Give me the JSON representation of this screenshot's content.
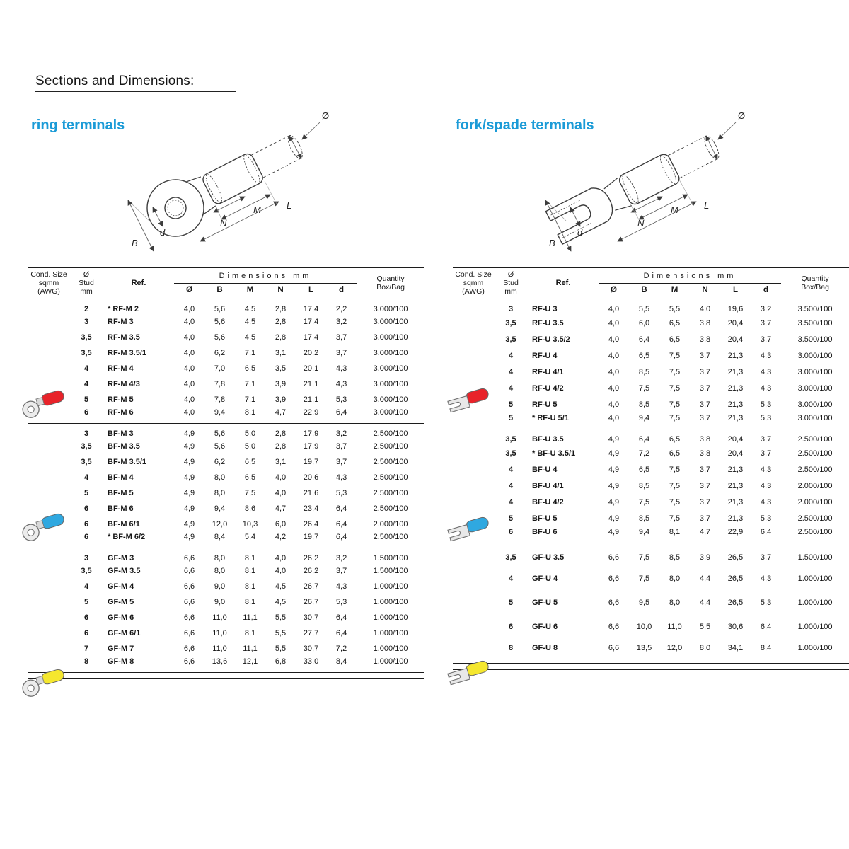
{
  "page": {
    "title": "Sections and Dimensions:"
  },
  "colors": {
    "heading_blue": "#1b9bd7",
    "terminal_red": "#e8232a",
    "terminal_blue": "#2fa8e0",
    "terminal_yellow": "#f5e72e",
    "rule_dark": "#1c1c1c"
  },
  "drawing_labels": {
    "diameter": "Ø",
    "length": "L",
    "m": "M",
    "n": "N",
    "b": "B",
    "d": "d"
  },
  "table_headers": {
    "cond_size": [
      "Cond. Size",
      "sqmm",
      "(AWG)"
    ],
    "stud": [
      "Ø",
      "Stud",
      "mm"
    ],
    "ref": "Ref.",
    "dimensions_title": "Dimensions mm",
    "dim_cols": [
      "Ø",
      "B",
      "M",
      "N",
      "L",
      "d"
    ],
    "quantity": [
      "Quantity",
      "Box/Bag"
    ]
  },
  "left_table": {
    "heading": "ring terminals",
    "groups": [
      {
        "color": "red",
        "rows": [
          {
            "stud": "2",
            "ref": "* RF-M 2",
            "dims": [
              "4,0",
              "5,6",
              "4,5",
              "2,8",
              "17,4",
              "2,2"
            ],
            "qty": "3.000/100"
          },
          {
            "stud": "3",
            "ref": "RF-M 3",
            "dims": [
              "4,0",
              "5,6",
              "4,5",
              "2,8",
              "17,4",
              "3,2"
            ],
            "qty": "3.000/100"
          },
          {
            "stud": "3,5",
            "ref": "RF-M 3.5",
            "dims": [
              "4,0",
              "5,6",
              "4,5",
              "2,8",
              "17,4",
              "3,7"
            ],
            "qty": "3.000/100"
          },
          {
            "stud": "3,5",
            "ref": "RF-M 3.5/1",
            "dims": [
              "4,0",
              "6,2",
              "7,1",
              "3,1",
              "20,2",
              "3,7"
            ],
            "qty": "3.000/100"
          },
          {
            "stud": "4",
            "ref": "RF-M 4",
            "dims": [
              "4,0",
              "7,0",
              "6,5",
              "3,5",
              "20,1",
              "4,3"
            ],
            "qty": "3.000/100"
          },
          {
            "stud": "4",
            "ref": "RF-M 4/3",
            "dims": [
              "4,0",
              "7,8",
              "7,1",
              "3,9",
              "21,1",
              "4,3"
            ],
            "qty": "3.000/100"
          },
          {
            "stud": "5",
            "ref": "RF-M 5",
            "dims": [
              "4,0",
              "7,8",
              "7,1",
              "3,9",
              "21,1",
              "5,3"
            ],
            "qty": "3.000/100"
          },
          {
            "stud": "6",
            "ref": "RF-M 6",
            "dims": [
              "4,0",
              "9,4",
              "8,1",
              "4,7",
              "22,9",
              "6,4"
            ],
            "qty": "3.000/100"
          }
        ]
      },
      {
        "color": "blue",
        "rows": [
          {
            "stud": "3",
            "ref": "BF-M 3",
            "dims": [
              "4,9",
              "5,6",
              "5,0",
              "2,8",
              "17,9",
              "3,2"
            ],
            "qty": "2.500/100"
          },
          {
            "stud": "3,5",
            "ref": "BF-M 3.5",
            "dims": [
              "4,9",
              "5,6",
              "5,0",
              "2,8",
              "17,9",
              "3,7"
            ],
            "qty": "2.500/100"
          },
          {
            "stud": "3,5",
            "ref": "BF-M 3.5/1",
            "dims": [
              "4,9",
              "6,2",
              "6,5",
              "3,1",
              "19,7",
              "3,7"
            ],
            "qty": "2.500/100"
          },
          {
            "stud": "4",
            "ref": "BF-M 4",
            "dims": [
              "4,9",
              "8,0",
              "6,5",
              "4,0",
              "20,6",
              "4,3"
            ],
            "qty": "2.500/100"
          },
          {
            "stud": "5",
            "ref": "BF-M 5",
            "dims": [
              "4,9",
              "8,0",
              "7,5",
              "4,0",
              "21,6",
              "5,3"
            ],
            "qty": "2.500/100"
          },
          {
            "stud": "6",
            "ref": "BF-M 6",
            "dims": [
              "4,9",
              "9,4",
              "8,6",
              "4,7",
              "23,4",
              "6,4"
            ],
            "qty": "2.500/100"
          },
          {
            "stud": "6",
            "ref": "BF-M 6/1",
            "dims": [
              "4,9",
              "12,0",
              "10,3",
              "6,0",
              "26,4",
              "6,4"
            ],
            "qty": "2.000/100"
          },
          {
            "stud": "6",
            "ref": "* BF-M 6/2",
            "dims": [
              "4,9",
              "8,4",
              "5,4",
              "4,2",
              "19,7",
              "6,4"
            ],
            "qty": "2.500/100"
          }
        ]
      },
      {
        "color": "yellow",
        "rows": [
          {
            "stud": "3",
            "ref": "GF-M 3",
            "dims": [
              "6,6",
              "8,0",
              "8,1",
              "4,0",
              "26,2",
              "3,2"
            ],
            "qty": "1.500/100"
          },
          {
            "stud": "3,5",
            "ref": "GF-M 3.5",
            "dims": [
              "6,6",
              "8,0",
              "8,1",
              "4,0",
              "26,2",
              "3,7"
            ],
            "qty": "1.500/100"
          },
          {
            "stud": "4",
            "ref": "GF-M 4",
            "dims": [
              "6,6",
              "9,0",
              "8,1",
              "4,5",
              "26,7",
              "4,3"
            ],
            "qty": "1.000/100"
          },
          {
            "stud": "5",
            "ref": "GF-M 5",
            "dims": [
              "6,6",
              "9,0",
              "8,1",
              "4,5",
              "26,7",
              "5,3"
            ],
            "qty": "1.000/100"
          },
          {
            "stud": "6",
            "ref": "GF-M 6",
            "dims": [
              "6,6",
              "11,0",
              "11,1",
              "5,5",
              "30,7",
              "6,4"
            ],
            "qty": "1.000/100"
          },
          {
            "stud": "6",
            "ref": "GF-M 6/1",
            "dims": [
              "6,6",
              "11,0",
              "8,1",
              "5,5",
              "27,7",
              "6,4"
            ],
            "qty": "1.000/100"
          },
          {
            "stud": "7",
            "ref": "GF-M 7",
            "dims": [
              "6,6",
              "11,0",
              "11,1",
              "5,5",
              "30,7",
              "7,2"
            ],
            "qty": "1.000/100"
          },
          {
            "stud": "8",
            "ref": "GF-M 8",
            "dims": [
              "6,6",
              "13,6",
              "12,1",
              "6,8",
              "33,0",
              "8,4"
            ],
            "qty": "1.000/100"
          }
        ]
      }
    ]
  },
  "right_table": {
    "heading": "fork/spade terminals",
    "groups": [
      {
        "color": "red",
        "rows": [
          {
            "stud": "3",
            "ref": "RF-U 3",
            "dims": [
              "4,0",
              "5,5",
              "5,5",
              "4,0",
              "19,6",
              "3,2"
            ],
            "qty": "3.500/100"
          },
          {
            "stud": "3,5",
            "ref": "RF-U 3.5",
            "dims": [
              "4,0",
              "6,0",
              "6,5",
              "3,8",
              "20,4",
              "3,7"
            ],
            "qty": "3.500/100"
          },
          {
            "stud": "3,5",
            "ref": "RF-U 3.5/2",
            "dims": [
              "4,0",
              "6,4",
              "6,5",
              "3,8",
              "20,4",
              "3,7"
            ],
            "qty": "3.500/100"
          },
          {
            "stud": "4",
            "ref": "RF-U 4",
            "dims": [
              "4,0",
              "6,5",
              "7,5",
              "3,7",
              "21,3",
              "4,3"
            ],
            "qty": "3.000/100"
          },
          {
            "stud": "4",
            "ref": "RF-U 4/1",
            "dims": [
              "4,0",
              "8,5",
              "7,5",
              "3,7",
              "21,3",
              "4,3"
            ],
            "qty": "3.000/100"
          },
          {
            "stud": "4",
            "ref": "RF-U 4/2",
            "dims": [
              "4,0",
              "7,5",
              "7,5",
              "3,7",
              "21,3",
              "4,3"
            ],
            "qty": "3.000/100"
          },
          {
            "stud": "5",
            "ref": "RF-U 5",
            "dims": [
              "4,0",
              "8,5",
              "7,5",
              "3,7",
              "21,3",
              "5,3"
            ],
            "qty": "3.000/100"
          },
          {
            "stud": "5",
            "ref": "* RF-U 5/1",
            "dims": [
              "4,0",
              "9,4",
              "7,5",
              "3,7",
              "21,3",
              "5,3"
            ],
            "qty": "3.000/100"
          }
        ]
      },
      {
        "color": "blue",
        "rows": [
          {
            "stud": "3,5",
            "ref": "BF-U 3.5",
            "dims": [
              "4,9",
              "6,4",
              "6,5",
              "3,8",
              "20,4",
              "3,7"
            ],
            "qty": "2.500/100"
          },
          {
            "stud": "3,5",
            "ref": "* BF-U 3.5/1",
            "dims": [
              "4,9",
              "7,2",
              "6,5",
              "3,8",
              "20,4",
              "3,7"
            ],
            "qty": "2.500/100"
          },
          {
            "stud": "4",
            "ref": "BF-U 4",
            "dims": [
              "4,9",
              "6,5",
              "7,5",
              "3,7",
              "21,3",
              "4,3"
            ],
            "qty": "2.500/100"
          },
          {
            "stud": "4",
            "ref": "BF-U 4/1",
            "dims": [
              "4,9",
              "8,5",
              "7,5",
              "3,7",
              "21,3",
              "4,3"
            ],
            "qty": "2.000/100"
          },
          {
            "stud": "4",
            "ref": "BF-U 4/2",
            "dims": [
              "4,9",
              "7,5",
              "7,5",
              "3,7",
              "21,3",
              "4,3"
            ],
            "qty": "2.000/100"
          },
          {
            "stud": "5",
            "ref": "BF-U 5",
            "dims": [
              "4,9",
              "8,5",
              "7,5",
              "3,7",
              "21,3",
              "5,3"
            ],
            "qty": "2.500/100"
          },
          {
            "stud": "6",
            "ref": "BF-U 6",
            "dims": [
              "4,9",
              "9,4",
              "8,1",
              "4,7",
              "22,9",
              "6,4"
            ],
            "qty": "2.500/100"
          }
        ]
      },
      {
        "color": "yellow",
        "rows": [
          {
            "stud": "3,5",
            "ref": "GF-U 3.5",
            "dims": [
              "6,6",
              "7,5",
              "8,5",
              "3,9",
              "26,5",
              "3,7"
            ],
            "qty": "1.500/100"
          },
          {
            "stud": "4",
            "ref": "GF-U 4",
            "dims": [
              "6,6",
              "7,5",
              "8,0",
              "4,4",
              "26,5",
              "4,3"
            ],
            "qty": "1.000/100"
          },
          {
            "stud": "5",
            "ref": "GF-U 5",
            "dims": [
              "6,6",
              "9,5",
              "8,0",
              "4,4",
              "26,5",
              "5,3"
            ],
            "qty": "1.000/100"
          },
          {
            "stud": "6",
            "ref": "GF-U 6",
            "dims": [
              "6,6",
              "10,0",
              "11,0",
              "5,5",
              "30,6",
              "6,4"
            ],
            "qty": "1.000/100"
          },
          {
            "stud": "8",
            "ref": "GF-U 8",
            "dims": [
              "6,6",
              "13,5",
              "12,0",
              "8,0",
              "34,1",
              "8,4"
            ],
            "qty": "1.000/100"
          }
        ]
      }
    ]
  }
}
